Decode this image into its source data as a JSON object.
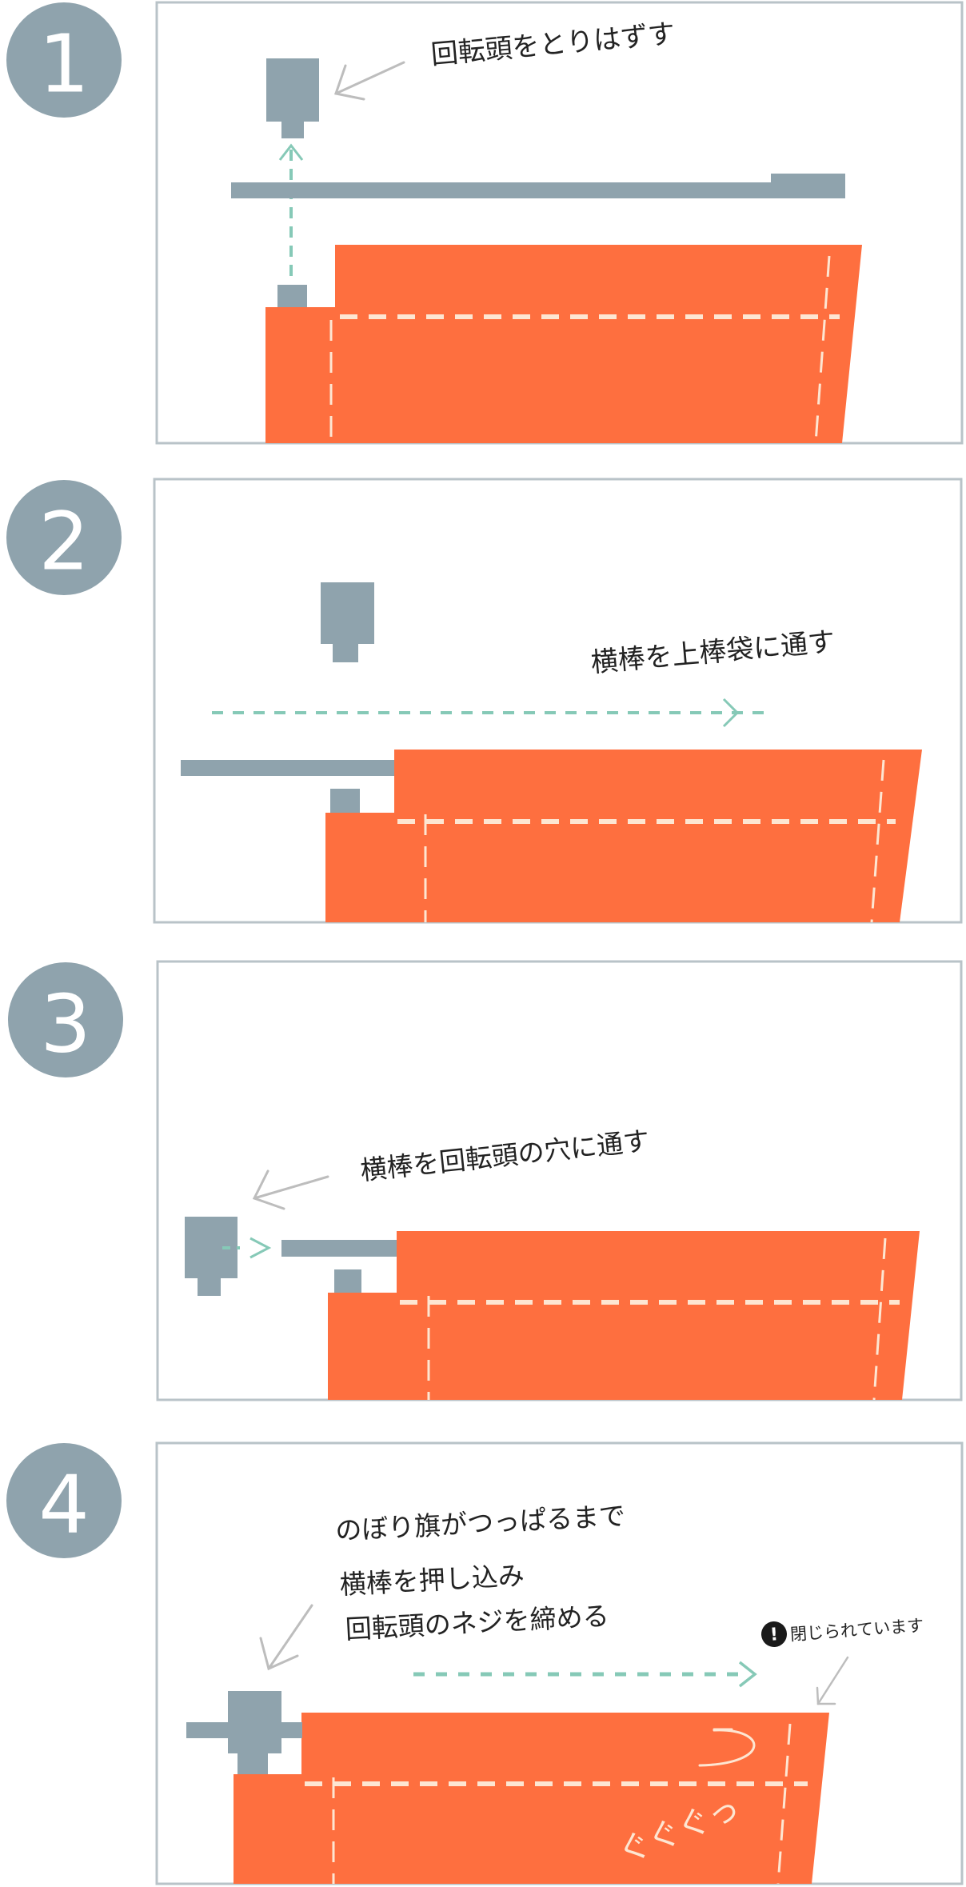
{
  "colors": {
    "badge": "#8fa3ad",
    "frame_border": "#b9c3c8",
    "hardware_gray": "#8fa3ad",
    "flag_orange": "#fe6f3f",
    "stitch_cream": "#fde6d2",
    "motion_arrow_teal": "#86c9b7",
    "pointer_arrow_gray": "#bdbdbd",
    "text": "#222222"
  },
  "steps": [
    {
      "number": "1",
      "caption": "回転頭をとりはずす"
    },
    {
      "number": "2",
      "caption": "横棒を上棒袋に通す"
    },
    {
      "number": "3",
      "caption": "横棒を回転頭の穴に通す"
    },
    {
      "number": "4",
      "caption_lines": [
        "のぼり旗がつっぱるまで",
        "横棒を押し込み",
        "回転頭のネジを締める"
      ],
      "note_icon": "!",
      "note": "閉じられています",
      "sound_effect": "ぐぐぐっ",
      "fold_mark": "つ"
    }
  ]
}
